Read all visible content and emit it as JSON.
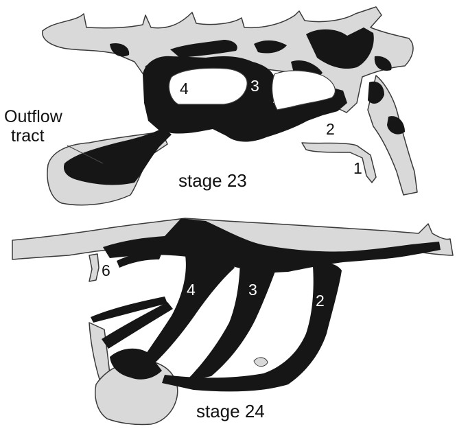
{
  "colors": {
    "background": "#ffffff",
    "light_vessel": "#d9d9d9",
    "dark_vessel": "#161616",
    "outline": "#3a3a3a"
  },
  "panels": [
    {
      "stage_label": "stage 23",
      "structure_label": {
        "line1": "Outflow",
        "line2": "tract"
      },
      "arch_numbers": [
        "4",
        "3",
        "2",
        "1"
      ]
    },
    {
      "stage_label": "stage 24",
      "arch_numbers": [
        "6",
        "4",
        "3",
        "2"
      ]
    }
  ]
}
